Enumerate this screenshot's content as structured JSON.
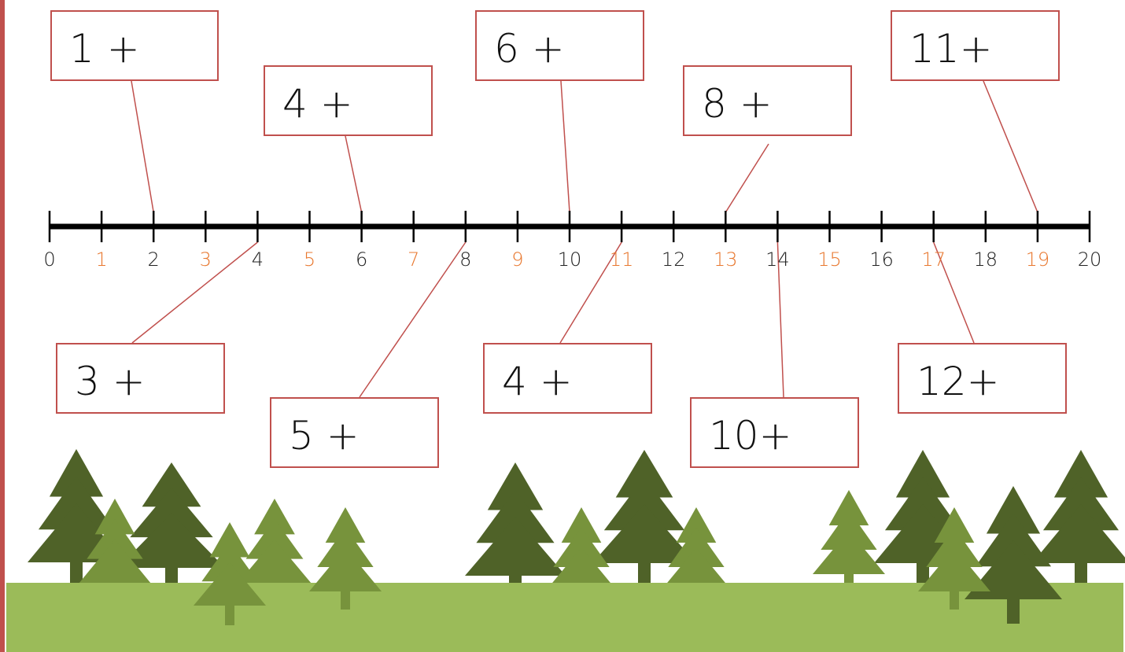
{
  "number_line": {
    "min": 0,
    "max": 20,
    "ticks": [
      {
        "value": 0,
        "label": "0",
        "color": "#222222"
      },
      {
        "value": 1,
        "label": "1",
        "color": "#e8772e"
      },
      {
        "value": 2,
        "label": "2",
        "color": "#222222"
      },
      {
        "value": 3,
        "label": "3",
        "color": "#e8772e"
      },
      {
        "value": 4,
        "label": "4",
        "color": "#222222"
      },
      {
        "value": 5,
        "label": "5",
        "color": "#e8772e"
      },
      {
        "value": 6,
        "label": "6",
        "color": "#222222"
      },
      {
        "value": 7,
        "label": "7",
        "color": "#e8772e"
      },
      {
        "value": 8,
        "label": "8",
        "color": "#222222"
      },
      {
        "value": 9,
        "label": "9",
        "color": "#e8772e"
      },
      {
        "value": 10,
        "label": "10",
        "color": "#222222"
      },
      {
        "value": 11,
        "label": "11",
        "color": "#e8772e"
      },
      {
        "value": 12,
        "label": "12",
        "color": "#222222"
      },
      {
        "value": 13,
        "label": "13",
        "color": "#e8772e"
      },
      {
        "value": 14,
        "label": "14",
        "color": "#222222"
      },
      {
        "value": 15,
        "label": "15",
        "color": "#e8772e"
      },
      {
        "value": 16,
        "label": "16",
        "color": "#222222"
      },
      {
        "value": 17,
        "label": "17",
        "color": "#e8772e"
      },
      {
        "value": 18,
        "label": "18",
        "color": "#222222"
      },
      {
        "value": 19,
        "label": "19",
        "color": "#e8772e"
      },
      {
        "value": 20,
        "label": "20",
        "color": "#222222"
      }
    ]
  },
  "labels": [
    {
      "text": "1 +",
      "points_to": 2
    },
    {
      "text": "4 +",
      "points_to": 6
    },
    {
      "text": "6 +",
      "points_to": 10
    },
    {
      "text": "8 +",
      "points_to": 13
    },
    {
      "text": "11+",
      "points_to": 19
    },
    {
      "text": "3 +",
      "points_to": 4
    },
    {
      "text": "5 +",
      "points_to": 8
    },
    {
      "text": "4 +",
      "points_to": 11
    },
    {
      "text": "10+",
      "points_to": 14
    },
    {
      "text": "12+",
      "points_to": 17
    }
  ],
  "colors": {
    "box_border": "#c0504d",
    "leader_line": "#c0504d",
    "axis": "#000000",
    "ground": "#9bbb59",
    "tree_dark": "#4f6228",
    "tree_light": "#77933c",
    "trunk_dark": "#4f6228",
    "trunk_light": "#77933c"
  },
  "scenery": {
    "icon": "pine-tree-icon"
  }
}
